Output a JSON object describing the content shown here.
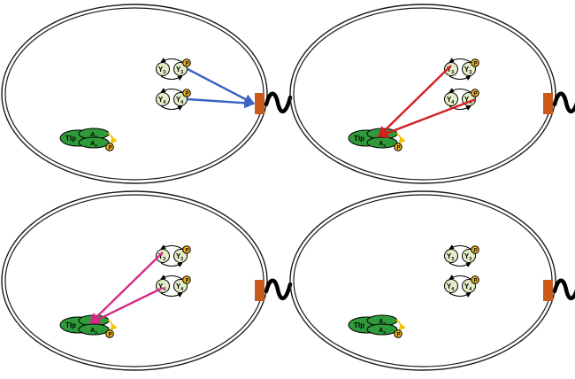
{
  "panels": [
    {
      "id": "top-left",
      "arrow_color": "#3b63c4",
      "arrows": [
        {
          "from": "Y3-right",
          "to": "receptor"
        },
        {
          "from": "Y4-right",
          "to": "receptor"
        }
      ]
    },
    {
      "id": "top-right",
      "arrow_color": "#d42020",
      "arrows": [
        {
          "from": "Y3-left",
          "to": "complex"
        },
        {
          "from": "Y4-right",
          "to": "complex"
        }
      ]
    },
    {
      "id": "bottom-left",
      "arrow_color": "#d62b8a",
      "arrows": [
        {
          "from": "Y3-left",
          "to": "complex"
        },
        {
          "from": "Y4-left",
          "to": "complex"
        }
      ]
    },
    {
      "id": "bottom-right",
      "arrow_color": "#000000",
      "arrows": []
    }
  ],
  "labels": {
    "y_top_left": "Y",
    "y_top_left_sub": "3",
    "y_top_right": "Y",
    "y_top_right_sub": "3",
    "y_bottom_left": "Y",
    "y_bottom_left_sub": "4",
    "y_bottom_right": "Y",
    "y_bottom_right_sub": "4",
    "tlp": "Tlp",
    "a_top": "A",
    "a_top_sub": "4",
    "a_bottom": "A",
    "a_bottom_sub": "3",
    "phospho": "P"
  },
  "colors": {
    "cell_outline": "#1a1a1a",
    "y_fill": "#e4edc8",
    "complex_fill": "#2f9a3a",
    "phospho_fill": "#f2b41e",
    "receptor": "#c85a1a",
    "flagellum": "#000000",
    "chemo_arrow": "#f2c200"
  },
  "icons": {
    "cell": "cell-outline-icon",
    "receptor": "receptor-icon",
    "flagellum": "flagellum-icon",
    "phosphate": "phosphate-icon"
  }
}
